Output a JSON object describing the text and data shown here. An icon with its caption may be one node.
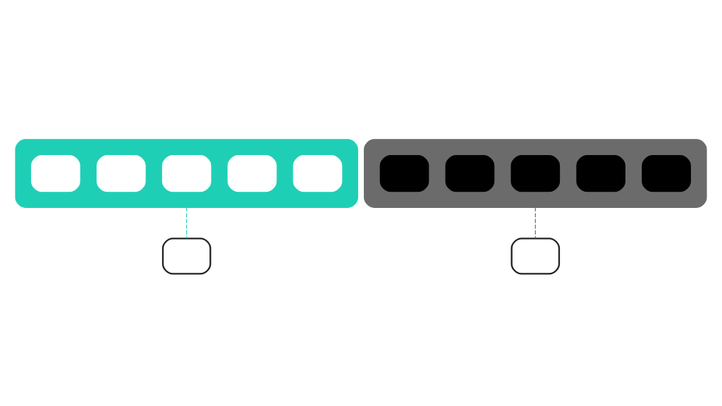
{
  "diagram": {
    "nodes": [
      {
        "text": [],
        "shape": "cloud"
      },
      {
        "text": [],
        "shape": "box",
        "in": 0
      },
      {
        "text": [],
        "shape": "box",
        "in": 0
      },
      {
        "text": [],
        "shape": "box",
        "in": 0
      },
      {
        "text": [],
        "shape": "box",
        "in": 0
      },
      {
        "text": [],
        "shape": "box",
        "in": 0
      },
      {
        "text": [],
        "shape": "box"
      },
      {
        "text": [],
        "shape": "cloud"
      },
      {
        "text": [],
        "shape": "box",
        "in": 7
      },
      {
        "text": [],
        "shape": "box",
        "in": 7
      },
      {
        "text": [],
        "shape": "box",
        "in": 7
      },
      {
        "text": [],
        "shape": "box",
        "in": 7
      },
      {
        "text": [],
        "shape": "box",
        "in": 7
      },
      {
        "text": [],
        "shape": "box"
      }
    ],
    "edges": [
      {
        "from": 0,
        "to": 6,
        "arrow": "none",
        "style": "dashed",
        "color": "#1fcfb5"
      },
      {
        "from": 7,
        "to": 13,
        "arrow": "none",
        "style": "dashed",
        "color": "#666666"
      }
    ]
  }
}
